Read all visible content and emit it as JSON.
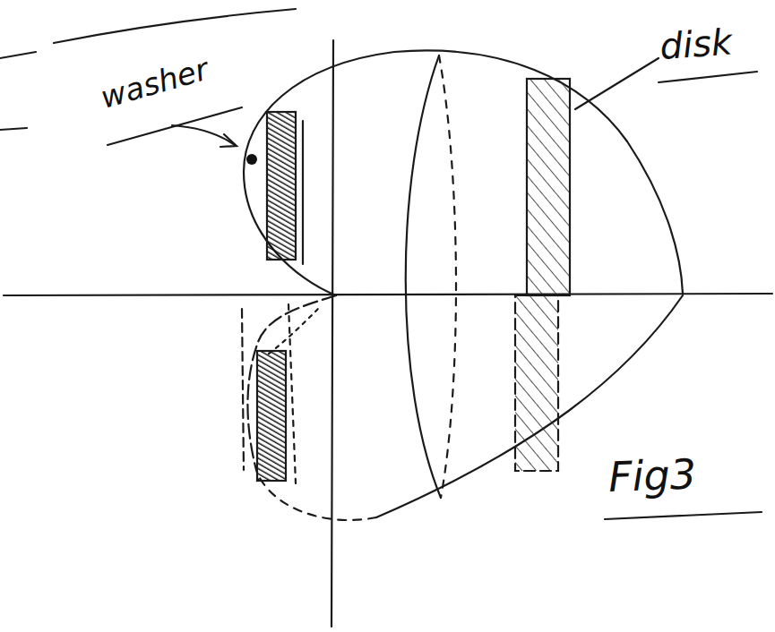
{
  "diagram": {
    "labels": [
      "washer",
      "disk",
      "Fig3"
    ]
  }
}
